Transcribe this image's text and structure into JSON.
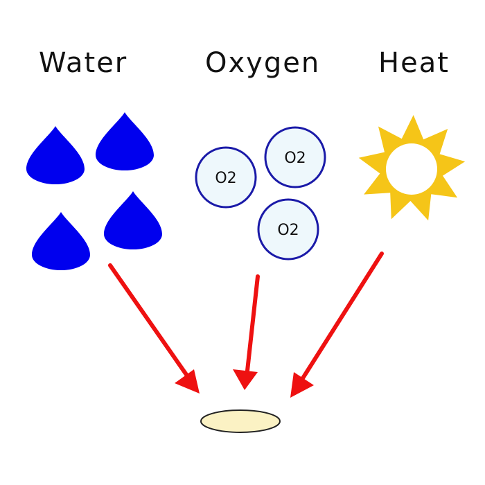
{
  "labels": {
    "water": "Water",
    "oxygen": "Oxygen",
    "heat": "Heat"
  },
  "oxygen_molecules": [
    "O2",
    "O2",
    "O2"
  ],
  "colors": {
    "water_drop": "#0000ee",
    "oxygen_fill": "#eef8fc",
    "oxygen_stroke": "#1a1aa8",
    "sun": "#f5c518",
    "arrow": "#ee1111",
    "target_fill": "#fbf2c4",
    "text": "#111111"
  },
  "icons": {
    "water": "water-drop-icon",
    "oxygen": "oxygen-molecule-icon",
    "heat": "sun-icon"
  }
}
